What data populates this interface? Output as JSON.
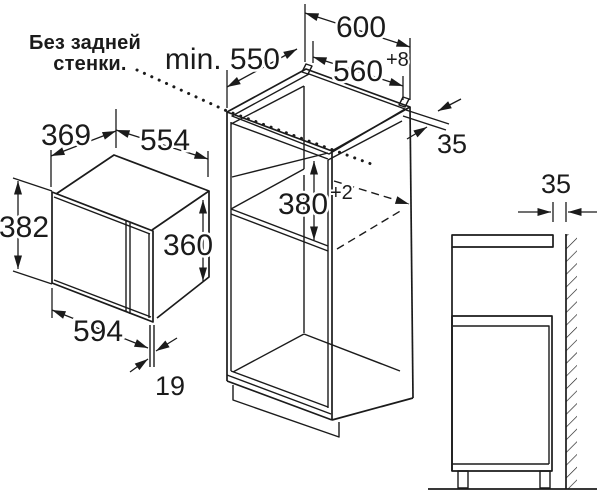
{
  "title": {
    "line1": "Без задней",
    "line2": "стенки."
  },
  "dimensions": {
    "cabinet_width": "600",
    "niche_width": "560",
    "niche_width_tol": "+8",
    "niche_height": "380",
    "niche_height_tol": "+2",
    "min_depth": "min. 550",
    "top_rail": "35",
    "wall_gap": "35",
    "appliance_depth": "369",
    "appliance_body_width": "554",
    "appliance_front_height": "382",
    "appliance_body_height": "360",
    "appliance_front_width": "594",
    "front_protrusion": "19"
  },
  "colors": {
    "line": "#1b1b1b",
    "background": "#ffffff"
  }
}
